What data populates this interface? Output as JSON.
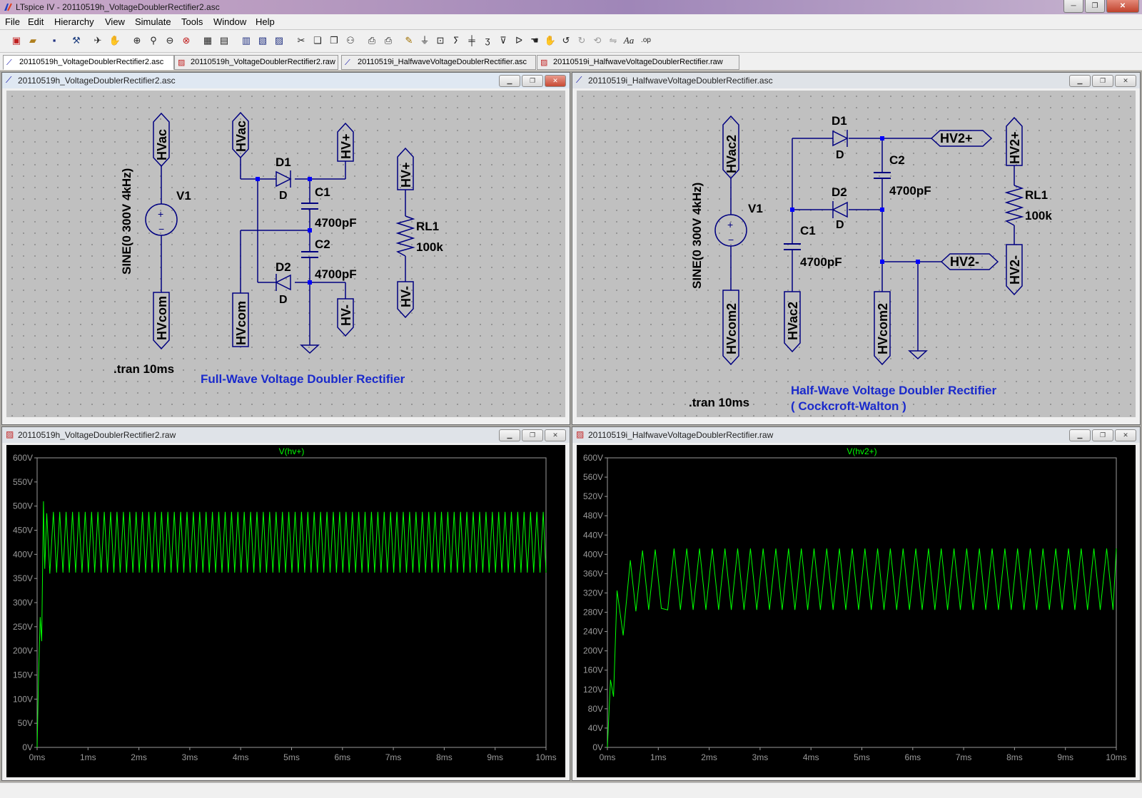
{
  "app": {
    "title": "LTspice IV - 20110519h_VoltageDoublerRectifier2.asc",
    "icon": "ltspice-icon"
  },
  "window_buttons": {
    "minimize": "─",
    "maximize": "❐",
    "close": "✕"
  },
  "menu": [
    "File",
    "Edit",
    "Hierarchy",
    "View",
    "Simulate",
    "Tools",
    "Window",
    "Help"
  ],
  "toolbar_icons": [
    "new-schematic-icon",
    "open-icon",
    "save-icon",
    "control-panel-icon",
    "run-icon",
    "halt-icon",
    "zoom-in-icon",
    "zoom-pan-icon",
    "zoom-out-icon",
    "zoom-fit-icon",
    "autorange-icon",
    "tile-icon",
    "cascade-icon",
    "close-all-icon",
    "cut-icon",
    "copy-icon",
    "paste-icon",
    "find-icon",
    "print-setup-icon",
    "print-icon",
    "wire-icon",
    "ground-icon",
    "label-icon",
    "resistor-icon",
    "capacitor-icon",
    "inductor-icon",
    "diode-icon",
    "component-icon",
    "move-icon",
    "drag-icon",
    "undo-icon",
    "redo-icon",
    "rotate-icon",
    "mirror-icon",
    "text-icon",
    "spice-directive-icon"
  ],
  "tabs": [
    {
      "label": "20110519h_VoltageDoublerRectifier2.asc",
      "icon": "schematic-icon",
      "active": true
    },
    {
      "label": "20110519h_VoltageDoublerRectifier2.raw",
      "icon": "waveform-icon",
      "active": false
    },
    {
      "label": "20110519i_HalfwaveVoltageDoublerRectifier.asc",
      "icon": "schematic-icon",
      "active": false
    },
    {
      "label": "20110519i_HalfwaveVoltageDoublerRectifier.raw",
      "icon": "waveform-icon",
      "active": false
    }
  ],
  "child_buttons": {
    "min": "▁",
    "max": "❐",
    "close": "✕"
  },
  "sch1": {
    "title": "20110519h_VoltageDoublerRectifier2.asc",
    "source_value": "SINE(0 300V 4kHz)",
    "source_name": "V1",
    "labels": {
      "hvac_top": "HVac",
      "hvcom_bottom": "HVcom",
      "hvac_left": "HVac",
      "hvcom_left": "HVcom",
      "hvplus_top": "HV+",
      "hvminus_bottom": "HV-",
      "rl_hvplus": "HV+",
      "rl_hvminus": "HV-"
    },
    "d1": "D1",
    "d1_model": "D",
    "d2": "D2",
    "d2_model": "D",
    "c1": "C1",
    "c1_value": "4700pF",
    "c2": "C2",
    "c2_value": "4700pF",
    "rl": "RL1",
    "rl_value": "100k",
    "directive": ".tran 10ms",
    "comment": "Full-Wave Voltage Doubler Rectifier"
  },
  "sch2": {
    "title": "20110519i_HalfwaveVoltageDoublerRectifier.asc",
    "source_value": "SINE(0 300V 4kHz)",
    "source_name": "V1",
    "labels": {
      "hvac2_top": "HVac2",
      "hvcom2_bottom": "HVcom2",
      "hvac2_c1": "HVac2",
      "hvcom2_mid": "HVcom2",
      "hv2plus_out": "HV2+",
      "hv2minus_out": "HV2-",
      "rl_hv2plus": "HV2+",
      "rl_hv2minus": "HV2-"
    },
    "d1": "D1",
    "d1_model": "D",
    "d2": "D2",
    "d2_model": "D",
    "c1": "C1",
    "c1_value": "4700pF",
    "c2": "C2",
    "c2_value": "4700pF",
    "rl": "RL1",
    "rl_value": "100k",
    "directive": ".tran 10ms",
    "comment_line1": "Half-Wave Voltage Doubler Rectifier",
    "comment_line2": "( Cockcroft-Walton )"
  },
  "plot1": {
    "title": "20110519h_VoltageDoublerRectifier2.raw"
  },
  "plot2": {
    "title": "20110519i_HalfwaveVoltageDoublerRectifier.raw"
  },
  "chart_data": [
    {
      "type": "line",
      "title": "V(hv+)",
      "xlabel": "",
      "ylabel": "",
      "xlim": [
        0,
        10
      ],
      "ylim": [
        0,
        600
      ],
      "x_unit": "ms",
      "y_unit": "V",
      "x_ticks": [
        "0ms",
        "1ms",
        "2ms",
        "3ms",
        "4ms",
        "5ms",
        "6ms",
        "7ms",
        "8ms",
        "9ms",
        "10ms"
      ],
      "y_ticks": [
        "0V",
        "50V",
        "100V",
        "150V",
        "200V",
        "250V",
        "300V",
        "350V",
        "400V",
        "450V",
        "500V",
        "550V",
        "600V"
      ],
      "grid": false,
      "line_color": "#00ff00",
      "series": [
        {
          "name": "V(hv+)",
          "frequency_khz": 8,
          "x": [
            0,
            0.03,
            0.06,
            0.09,
            0.125,
            0.15,
            0.19,
            0.25,
            0.32
          ],
          "y": [
            0,
            150,
            270,
            220,
            510,
            370,
            485,
            360,
            488
          ],
          "steady_min": 362,
          "steady_max": 488
        }
      ]
    },
    {
      "type": "line",
      "title": "V(hv2+)",
      "xlabel": "",
      "ylabel": "",
      "xlim": [
        0,
        10
      ],
      "ylim": [
        0,
        600
      ],
      "x_unit": "ms",
      "y_unit": "V",
      "x_ticks": [
        "0ms",
        "1ms",
        "2ms",
        "3ms",
        "4ms",
        "5ms",
        "6ms",
        "7ms",
        "8ms",
        "9ms",
        "10ms"
      ],
      "y_ticks": [
        "0V",
        "40V",
        "80V",
        "120V",
        "160V",
        "200V",
        "240V",
        "280V",
        "320V",
        "360V",
        "400V",
        "440V",
        "480V",
        "520V",
        "560V",
        "600V"
      ],
      "grid": false,
      "line_color": "#00ff00",
      "series": [
        {
          "name": "V(hv2+)",
          "frequency_khz": 4,
          "x": [
            0,
            0.06,
            0.12,
            0.19,
            0.31,
            0.45,
            0.56,
            0.69,
            0.81,
            0.94,
            1.06
          ],
          "y": [
            0,
            140,
            105,
            325,
            232,
            388,
            282,
            408,
            285,
            410,
            288
          ],
          "steady_min": 285,
          "steady_max": 412
        }
      ]
    }
  ]
}
